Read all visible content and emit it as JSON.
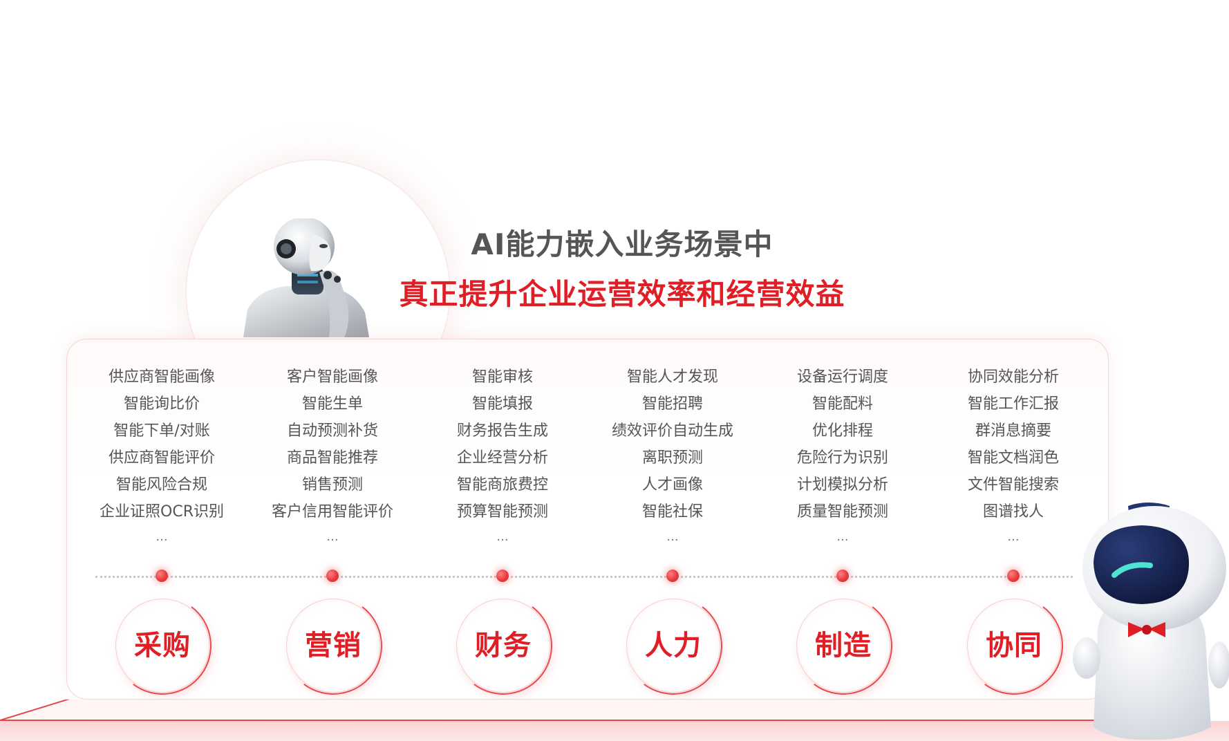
{
  "headline": {
    "line1": "AI能力嵌入业务场景中",
    "line2": "真正提升企业运营效率和经营效益"
  },
  "columns": [
    {
      "category": "采购",
      "items": [
        "供应商智能画像",
        "智能询比价",
        "智能下单/对账",
        "供应商智能评价",
        "智能风险合规",
        "企业证照OCR识别"
      ],
      "more": "..."
    },
    {
      "category": "营销",
      "items": [
        "客户智能画像",
        "智能生单",
        "自动预测补货",
        "商品智能推荐",
        "销售预测",
        "客户信用智能评价"
      ],
      "more": "..."
    },
    {
      "category": "财务",
      "items": [
        "智能审核",
        "智能填报",
        "财务报告生成",
        "企业经营分析",
        "智能商旅费控",
        "预算智能预测"
      ],
      "more": "..."
    },
    {
      "category": "人力",
      "items": [
        "智能人才发现",
        "智能招聘",
        "绩效评价自动生成",
        "离职预测",
        "人才画像",
        "智能社保"
      ],
      "more": "..."
    },
    {
      "category": "制造",
      "items": [
        "设备运行调度",
        "智能配料",
        "优化排程",
        "危险行为识别",
        "计划模拟分析",
        "质量智能预测"
      ],
      "more": "..."
    },
    {
      "category": "协同",
      "items": [
        "协同效能分析",
        "智能工作汇报",
        "群消息摘要",
        "智能文档润色",
        "文件智能搜索",
        "图谱找人"
      ],
      "more": "..."
    }
  ],
  "colors": {
    "accent": "#e01e26",
    "text": "#555555",
    "headline_gray": "#555555"
  },
  "icons": {
    "left_illustration": "humanoid-robot-thinking",
    "right_illustration": "mascot-robot-bowtie"
  }
}
